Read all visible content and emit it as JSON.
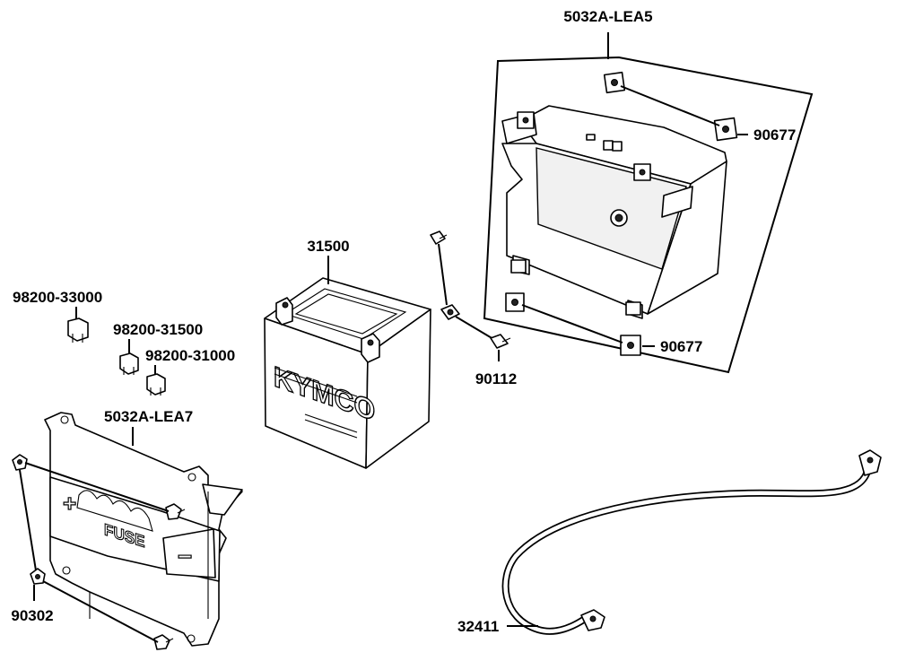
{
  "diagram": {
    "part_labels": {
      "battery_box": "5032A-LEA5",
      "box_clip_upper": "90677",
      "box_clip_lower": "90677",
      "battery": "31500",
      "bolt_set": "90112",
      "fuse_a": "98200-33000",
      "fuse_b": "98200-31500",
      "fuse_c": "98200-31000",
      "fuse_bracket": "5032A-LEA7",
      "bracket_screw": "90302",
      "ground_cable": "32411"
    },
    "battery_text": {
      "brand": "KYMCO"
    },
    "bracket_text": {
      "plus": "+",
      "minus": "−",
      "fuse": "FUSE"
    }
  }
}
